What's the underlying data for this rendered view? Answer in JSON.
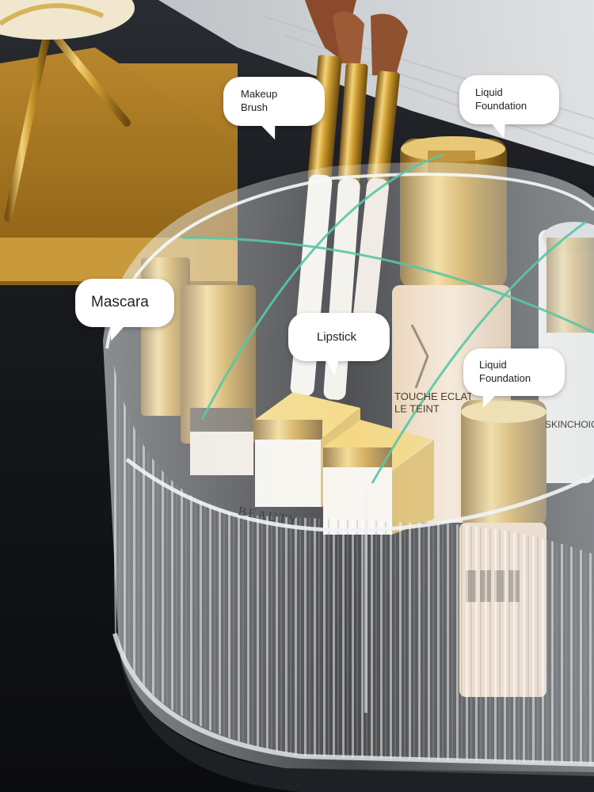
{
  "labels": {
    "makeup_brush": "Makeup\nBrush",
    "liquid_foundation_top": "Liquid\nFoundation",
    "mascara": "Mascara",
    "lipstick": "Lipstick",
    "liquid_foundation_bottom": "Liquid\nFoundation"
  },
  "product_text": {
    "container_brand": "BEAUTY",
    "bottle_front": "TOUCHE ECLAT\nLE TEINT",
    "bottle_right": "SKINCHOICE"
  },
  "colors": {
    "background": "#101216",
    "gold": "#c8962a",
    "acrylic": "#d7dde0",
    "bubble": "#ffffff"
  }
}
